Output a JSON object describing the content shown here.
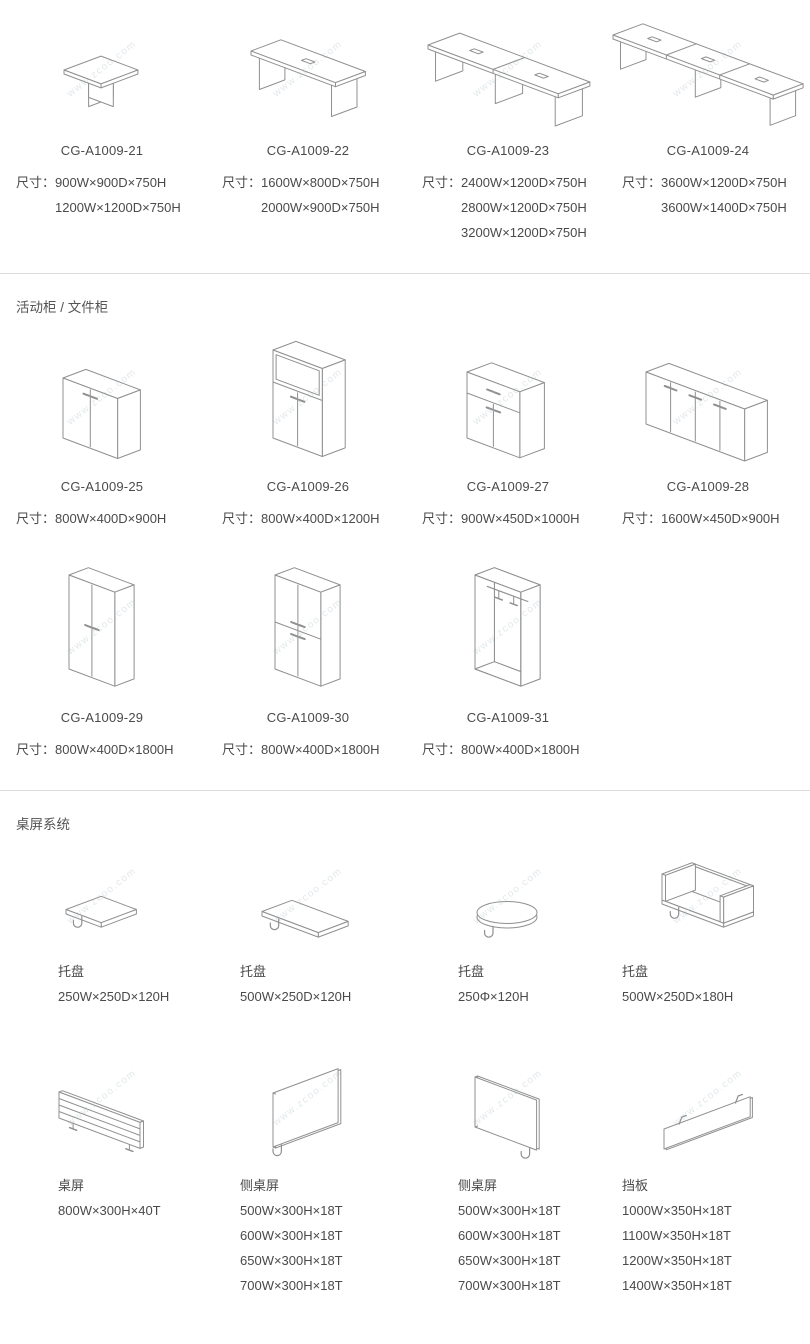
{
  "labels": {
    "size_prefix": "尺寸："
  },
  "watermark": "www.zcoo.com",
  "colors": {
    "stroke": "#909090",
    "divider": "#dddddd",
    "text": "#4a4a4a"
  },
  "sections": [
    {
      "products": [
        {
          "code": "CG-A1009-21",
          "dims": [
            "900W×900D×750H",
            "1200W×1200D×750H"
          ]
        },
        {
          "code": "CG-A1009-22",
          "dims": [
            "1600W×800D×750H",
            "2000W×900D×750H"
          ]
        },
        {
          "code": "CG-A1009-23",
          "dims": [
            "2400W×1200D×750H",
            "2800W×1200D×750H",
            "3200W×1200D×750H"
          ]
        },
        {
          "code": "CG-A1009-24",
          "dims": [
            "3600W×1200D×750H",
            "3600W×1400D×750H"
          ]
        }
      ]
    },
    {
      "title": "活动柜 / 文件柜",
      "products": [
        {
          "code": "CG-A1009-25",
          "dims": [
            "800W×400D×900H"
          ]
        },
        {
          "code": "CG-A1009-26",
          "dims": [
            "800W×400D×1200H"
          ]
        },
        {
          "code": "CG-A1009-27",
          "dims": [
            "900W×450D×1000H"
          ]
        },
        {
          "code": "CG-A1009-28",
          "dims": [
            "1600W×450D×900H"
          ]
        },
        {
          "code": "CG-A1009-29",
          "dims": [
            "800W×400D×1800H"
          ]
        },
        {
          "code": "CG-A1009-30",
          "dims": [
            "800W×400D×1800H"
          ]
        },
        {
          "code": "CG-A1009-31",
          "dims": [
            "800W×400D×1800H"
          ]
        }
      ]
    },
    {
      "title": "桌屏系统",
      "products": [
        {
          "name": "托盘",
          "dims": [
            "250W×250D×120H"
          ]
        },
        {
          "name": "托盘",
          "dims": [
            "500W×250D×120H"
          ]
        },
        {
          "name": "托盘",
          "dims": [
            "250Φ×120H"
          ]
        },
        {
          "name": "托盘",
          "dims": [
            "500W×250D×180H"
          ]
        },
        {
          "name": "桌屏",
          "dims": [
            "800W×300H×40T"
          ]
        },
        {
          "name": "侧桌屏",
          "dims": [
            "500W×300H×18T",
            "600W×300H×18T",
            "650W×300H×18T",
            "700W×300H×18T"
          ]
        },
        {
          "name": "侧桌屏",
          "dims": [
            "500W×300H×18T",
            "600W×300H×18T",
            "650W×300H×18T",
            "700W×300H×18T"
          ]
        },
        {
          "name": "挡板",
          "dims": [
            "1000W×350H×18T",
            "1100W×350H×18T",
            "1200W×350H×18T",
            "1400W×350H×18T"
          ]
        }
      ]
    }
  ]
}
